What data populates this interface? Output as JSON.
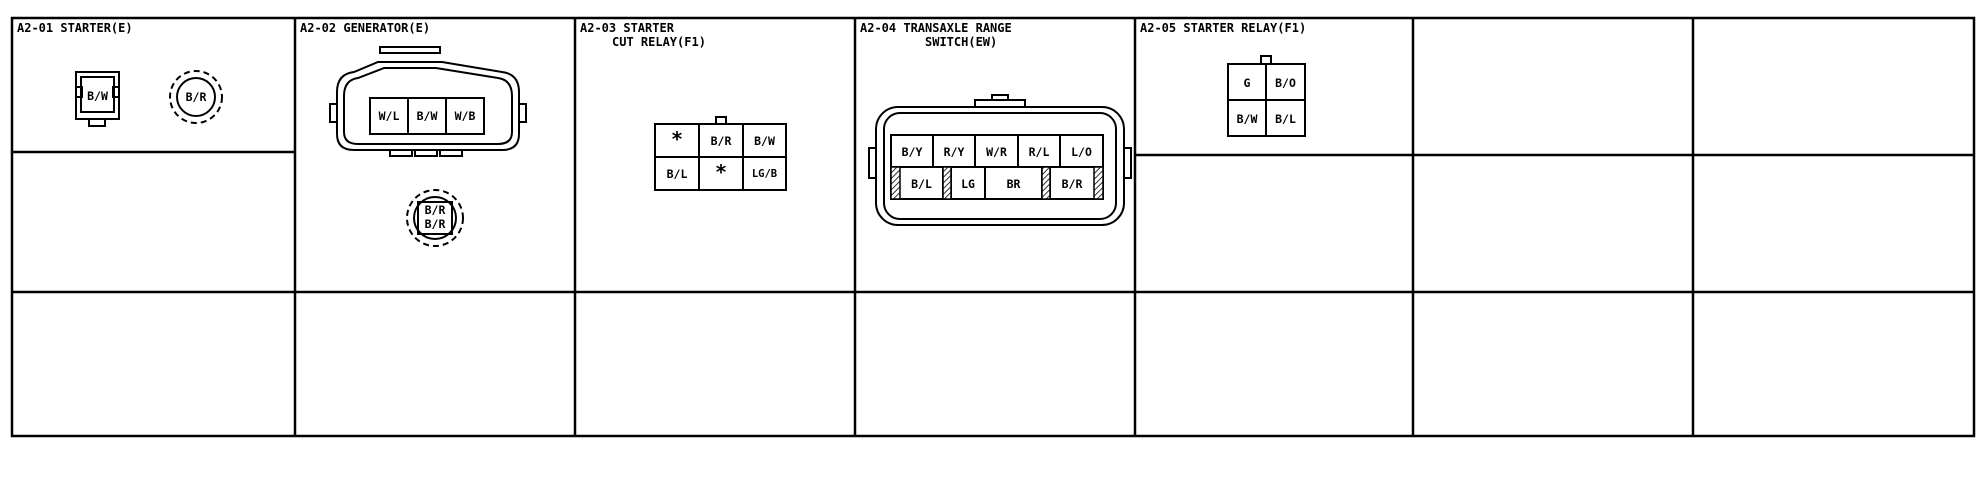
{
  "cells": [
    {
      "title_lines": [
        "A2-01 STARTER(E)"
      ],
      "pins": [
        "B/W"
      ],
      "alt_pins": [
        "B/R"
      ]
    },
    {
      "title_lines": [
        "A2-02 GENERATOR(E)"
      ],
      "pins": [
        "W/L",
        "B/W",
        "W/B"
      ],
      "alt_pins": [
        "B/R",
        "B/R"
      ]
    },
    {
      "title_lines": [
        "A2-03 STARTER",
        "CUT RELAY(F1)"
      ],
      "pins": [
        "*",
        "B/R",
        "B/W",
        "B/L",
        "*",
        "LG/B"
      ]
    },
    {
      "title_lines": [
        "A2-04 TRANSAXLE RANGE",
        "SWITCH(EW)"
      ],
      "pins": [
        "B/Y",
        "R/Y",
        "W/R",
        "R/L",
        "L/O",
        "B/L",
        "LG",
        "BR",
        "B/R"
      ]
    },
    {
      "title_lines": [
        "A2-05 STARTER RELAY(F1)"
      ],
      "pins": [
        "G",
        "B/O",
        "B/W",
        "B/L"
      ]
    }
  ]
}
